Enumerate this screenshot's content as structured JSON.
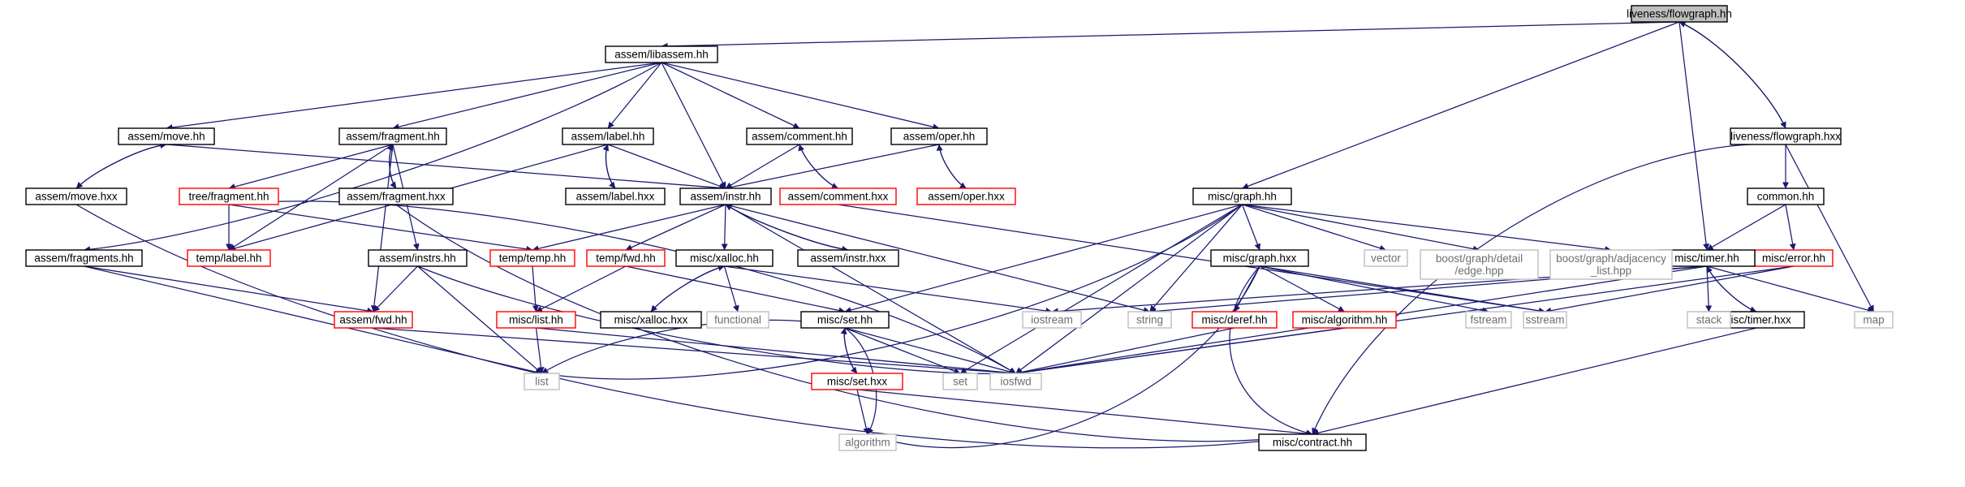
{
  "colors": {
    "edge": "#191970",
    "node_border_normal": "#000000",
    "node_border_missing": "#ff0000",
    "node_border_external": "#bfbfbf",
    "node_fill_root": "#bfbfbf",
    "node_fill_default": "#ffffff"
  },
  "nodes": [
    {
      "id": "root",
      "label": [
        "liveness/flowgraph.hh"
      ],
      "kind": "root"
    },
    {
      "id": "libassem",
      "label": [
        "assem/libassem.hh"
      ],
      "kind": "normal"
    },
    {
      "id": "flowgraph_hxx",
      "label": [
        "liveness/flowgraph.hxx"
      ],
      "kind": "normal"
    },
    {
      "id": "move_hh",
      "label": [
        "assem/move.hh"
      ],
      "kind": "normal"
    },
    {
      "id": "fragment_hh",
      "label": [
        "assem/fragment.hh"
      ],
      "kind": "normal"
    },
    {
      "id": "label_hh",
      "label": [
        "assem/label.hh"
      ],
      "kind": "normal"
    },
    {
      "id": "comment_hh",
      "label": [
        "assem/comment.hh"
      ],
      "kind": "normal"
    },
    {
      "id": "oper_hh",
      "label": [
        "assem/oper.hh"
      ],
      "kind": "normal"
    },
    {
      "id": "move_hxx",
      "label": [
        "assem/move.hxx"
      ],
      "kind": "normal"
    },
    {
      "id": "tree_fragment",
      "label": [
        "tree/fragment.hh"
      ],
      "kind": "missing"
    },
    {
      "id": "fragment_hxx",
      "label": [
        "assem/fragment.hxx"
      ],
      "kind": "normal"
    },
    {
      "id": "label_hxx",
      "label": [
        "assem/label.hxx"
      ],
      "kind": "normal"
    },
    {
      "id": "instr_hh",
      "label": [
        "assem/instr.hh"
      ],
      "kind": "normal"
    },
    {
      "id": "comment_hxx",
      "label": [
        "assem/comment.hxx"
      ],
      "kind": "missing"
    },
    {
      "id": "oper_hxx",
      "label": [
        "assem/oper.hxx"
      ],
      "kind": "missing"
    },
    {
      "id": "common_hh",
      "label": [
        "common.hh"
      ],
      "kind": "normal"
    },
    {
      "id": "graph_hh",
      "label": [
        "misc/graph.hh"
      ],
      "kind": "normal"
    },
    {
      "id": "error_hh",
      "label": [
        "misc/error.hh"
      ],
      "kind": "missing"
    },
    {
      "id": "timer_hh",
      "label": [
        "misc/timer.hh"
      ],
      "kind": "normal"
    },
    {
      "id": "fragments_hh",
      "label": [
        "assem/fragments.hh"
      ],
      "kind": "normal"
    },
    {
      "id": "temp_label",
      "label": [
        "temp/label.hh"
      ],
      "kind": "missing"
    },
    {
      "id": "instrs_hh",
      "label": [
        "assem/instrs.hh"
      ],
      "kind": "normal"
    },
    {
      "id": "temp_temp",
      "label": [
        "temp/temp.hh"
      ],
      "kind": "missing"
    },
    {
      "id": "temp_fwd",
      "label": [
        "temp/fwd.hh"
      ],
      "kind": "missing"
    },
    {
      "id": "xalloc_hh",
      "label": [
        "misc/xalloc.hh"
      ],
      "kind": "normal"
    },
    {
      "id": "instr_hxx",
      "label": [
        "assem/instr.hxx"
      ],
      "kind": "normal"
    },
    {
      "id": "graph_hxx",
      "label": [
        "misc/graph.hxx"
      ],
      "kind": "normal"
    },
    {
      "id": "vector",
      "label": [
        "vector"
      ],
      "kind": "external"
    },
    {
      "id": "boost_edge",
      "label": [
        "boost/graph/detail",
        "/edge.hpp"
      ],
      "kind": "external"
    },
    {
      "id": "boost_adj",
      "label": [
        "boost/graph/adjacency",
        "_list.hpp"
      ],
      "kind": "external"
    },
    {
      "id": "timer_hxx",
      "label": [
        "misc/timer.hxx"
      ],
      "kind": "normal"
    },
    {
      "id": "assem_fwd",
      "label": [
        "assem/fwd.hh"
      ],
      "kind": "missing"
    },
    {
      "id": "misc_list",
      "label": [
        "misc/list.hh"
      ],
      "kind": "missing"
    },
    {
      "id": "xalloc_hxx",
      "label": [
        "misc/xalloc.hxx"
      ],
      "kind": "normal"
    },
    {
      "id": "functional",
      "label": [
        "functional"
      ],
      "kind": "external"
    },
    {
      "id": "set_hh",
      "label": [
        "misc/set.hh"
      ],
      "kind": "normal"
    },
    {
      "id": "iostream",
      "label": [
        "iostream"
      ],
      "kind": "external"
    },
    {
      "id": "string",
      "label": [
        "string"
      ],
      "kind": "external"
    },
    {
      "id": "deref_hh",
      "label": [
        "misc/deref.hh"
      ],
      "kind": "missing"
    },
    {
      "id": "algorithm_hh",
      "label": [
        "misc/algorithm.hh"
      ],
      "kind": "missing"
    },
    {
      "id": "fstream",
      "label": [
        "fstream"
      ],
      "kind": "external"
    },
    {
      "id": "sstream",
      "label": [
        "sstream"
      ],
      "kind": "external"
    },
    {
      "id": "stack",
      "label": [
        "stack"
      ],
      "kind": "external"
    },
    {
      "id": "map",
      "label": [
        "map"
      ],
      "kind": "external"
    },
    {
      "id": "list",
      "label": [
        "list"
      ],
      "kind": "external"
    },
    {
      "id": "set",
      "label": [
        "set"
      ],
      "kind": "external"
    },
    {
      "id": "iosfwd",
      "label": [
        "iosfwd"
      ],
      "kind": "external"
    },
    {
      "id": "set_hxx",
      "label": [
        "misc/set.hxx"
      ],
      "kind": "missing"
    },
    {
      "id": "algorithm",
      "label": [
        "algorithm"
      ],
      "kind": "external"
    },
    {
      "id": "contract_hh",
      "label": [
        "misc/contract.hh"
      ],
      "kind": "normal"
    }
  ],
  "edges": [
    [
      "root",
      "libassem"
    ],
    [
      "root",
      "flowgraph_hxx"
    ],
    [
      "root",
      "graph_hh"
    ],
    [
      "root",
      "timer_hh"
    ],
    [
      "flowgraph_hxx",
      "root"
    ],
    [
      "flowgraph_hxx",
      "common_hh"
    ],
    [
      "flowgraph_hxx",
      "map"
    ],
    [
      "flowgraph_hxx",
      "contract_hh"
    ],
    [
      "libassem",
      "move_hh"
    ],
    [
      "libassem",
      "fragment_hh"
    ],
    [
      "libassem",
      "label_hh"
    ],
    [
      "libassem",
      "comment_hh"
    ],
    [
      "libassem",
      "oper_hh"
    ],
    [
      "libassem",
      "instr_hh"
    ],
    [
      "libassem",
      "fragments_hh"
    ],
    [
      "move_hh",
      "move_hxx"
    ],
    [
      "move_hh",
      "instr_hh"
    ],
    [
      "move_hxx",
      "move_hh"
    ],
    [
      "move_hxx",
      "contract_hh"
    ],
    [
      "fragment_hh",
      "tree_fragment"
    ],
    [
      "fragment_hh",
      "fragment_hxx"
    ],
    [
      "fragment_hh",
      "temp_label"
    ],
    [
      "fragment_hh",
      "instrs_hh"
    ],
    [
      "fragment_hh",
      "assem_fwd"
    ],
    [
      "fragment_hxx",
      "fragment_hh"
    ],
    [
      "fragment_hxx",
      "contract_hh"
    ],
    [
      "tree_fragment",
      "temp_label"
    ],
    [
      "tree_fragment",
      "temp_temp"
    ],
    [
      "tree_fragment",
      "iosfwd"
    ],
    [
      "label_hh",
      "label_hxx"
    ],
    [
      "label_hh",
      "instr_hh"
    ],
    [
      "label_hh",
      "temp_label"
    ],
    [
      "label_hxx",
      "label_hh"
    ],
    [
      "comment_hh",
      "comment_hxx"
    ],
    [
      "comment_hh",
      "instr_hh"
    ],
    [
      "comment_hxx",
      "comment_hh"
    ],
    [
      "comment_hxx",
      "sstream"
    ],
    [
      "oper_hh",
      "oper_hxx"
    ],
    [
      "oper_hh",
      "instr_hh"
    ],
    [
      "oper_hxx",
      "oper_hh"
    ],
    [
      "instr_hh",
      "temp_temp"
    ],
    [
      "instr_hh",
      "temp_fwd"
    ],
    [
      "instr_hh",
      "xalloc_hh"
    ],
    [
      "instr_hh",
      "instr_hxx"
    ],
    [
      "instr_hh",
      "string"
    ],
    [
      "instr_hh",
      "iosfwd"
    ],
    [
      "instr_hxx",
      "instr_hh"
    ],
    [
      "fragments_hh",
      "assem_fwd"
    ],
    [
      "fragments_hh",
      "list"
    ],
    [
      "instrs_hh",
      "assem_fwd"
    ],
    [
      "instrs_hh",
      "list"
    ],
    [
      "instrs_hh",
      "iosfwd"
    ],
    [
      "temp_temp",
      "misc_list"
    ],
    [
      "temp_fwd",
      "misc_list"
    ],
    [
      "temp_fwd",
      "set_hh"
    ],
    [
      "misc_list",
      "list"
    ],
    [
      "misc_list",
      "iosfwd"
    ],
    [
      "assem_fwd",
      "iosfwd"
    ],
    [
      "xalloc_hh",
      "xalloc_hxx"
    ],
    [
      "xalloc_hh",
      "functional"
    ],
    [
      "xalloc_hh",
      "iostream"
    ],
    [
      "xalloc_hxx",
      "xalloc_hh"
    ],
    [
      "graph_hh",
      "graph_hxx"
    ],
    [
      "graph_hh",
      "vector"
    ],
    [
      "graph_hh",
      "boost_edge"
    ],
    [
      "graph_hh",
      "boost_adj"
    ],
    [
      "graph_hh",
      "set_hh"
    ],
    [
      "graph_hh",
      "string"
    ],
    [
      "graph_hh",
      "list"
    ],
    [
      "graph_hh",
      "set"
    ],
    [
      "graph_hh",
      "iosfwd"
    ],
    [
      "graph_hxx",
      "deref_hh"
    ],
    [
      "graph_hxx",
      "algorithm_hh"
    ],
    [
      "graph_hxx",
      "fstream"
    ],
    [
      "graph_hxx",
      "sstream"
    ],
    [
      "graph_hxx",
      "algorithm"
    ],
    [
      "graph_hxx",
      "contract_hh"
    ],
    [
      "deref_hh",
      "iosfwd"
    ],
    [
      "algorithm_hh",
      "iosfwd"
    ],
    [
      "set_hh",
      "set_hxx"
    ],
    [
      "set_hh",
      "set"
    ],
    [
      "set_hh",
      "iosfwd"
    ],
    [
      "set_hh",
      "algorithm"
    ],
    [
      "set_hh",
      "list"
    ],
    [
      "set_hxx",
      "set_hh"
    ],
    [
      "set_hxx",
      "algorithm"
    ],
    [
      "set_hxx",
      "contract_hh"
    ],
    [
      "common_hh",
      "timer_hh"
    ],
    [
      "common_hh",
      "error_hh"
    ],
    [
      "error_hh",
      "sstream"
    ],
    [
      "error_hh",
      "iosfwd"
    ],
    [
      "timer_hh",
      "timer_hxx"
    ],
    [
      "timer_hh",
      "stack"
    ],
    [
      "timer_hh",
      "map"
    ],
    [
      "timer_hh",
      "string"
    ],
    [
      "timer_hh",
      "iostream"
    ],
    [
      "timer_hh",
      "iosfwd"
    ],
    [
      "timer_hxx",
      "timer_hh"
    ],
    [
      "timer_hxx",
      "contract_hh"
    ]
  ]
}
